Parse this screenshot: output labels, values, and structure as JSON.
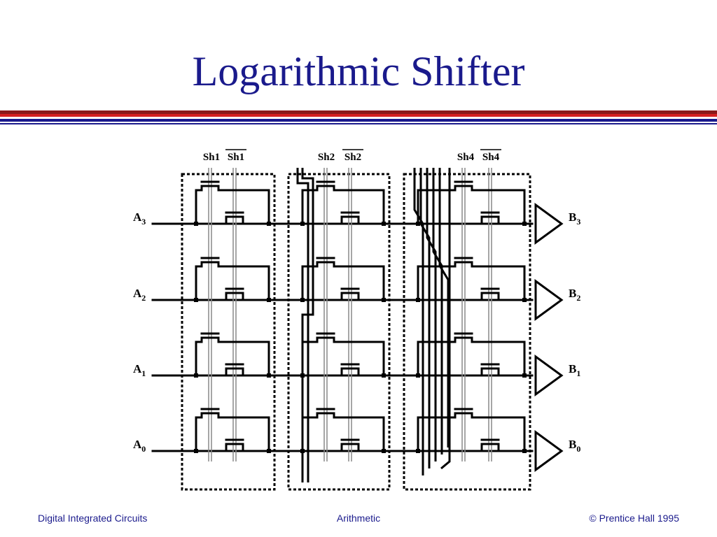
{
  "slide": {
    "title": "Logarithmic Shifter"
  },
  "footer": {
    "left": "Digital Integrated Circuits",
    "center": "Arithmetic",
    "right": "© Prentice Hall 1995"
  },
  "diagram": {
    "controls": [
      {
        "label": "Sh1",
        "bar": false
      },
      {
        "label": "Sh1",
        "bar": true
      },
      {
        "label": "Sh2",
        "bar": false
      },
      {
        "label": "Sh2",
        "bar": true
      },
      {
        "label": "Sh4",
        "bar": false
      },
      {
        "label": "Sh4",
        "bar": true
      }
    ],
    "inputs": [
      {
        "base": "A",
        "sub": "3"
      },
      {
        "base": "A",
        "sub": "2"
      },
      {
        "base": "A",
        "sub": "1"
      },
      {
        "base": "A",
        "sub": "0"
      }
    ],
    "outputs": [
      {
        "base": "B",
        "sub": "3"
      },
      {
        "base": "B",
        "sub": "2"
      },
      {
        "base": "B",
        "sub": "1"
      },
      {
        "base": "B",
        "sub": "0"
      }
    ]
  }
}
